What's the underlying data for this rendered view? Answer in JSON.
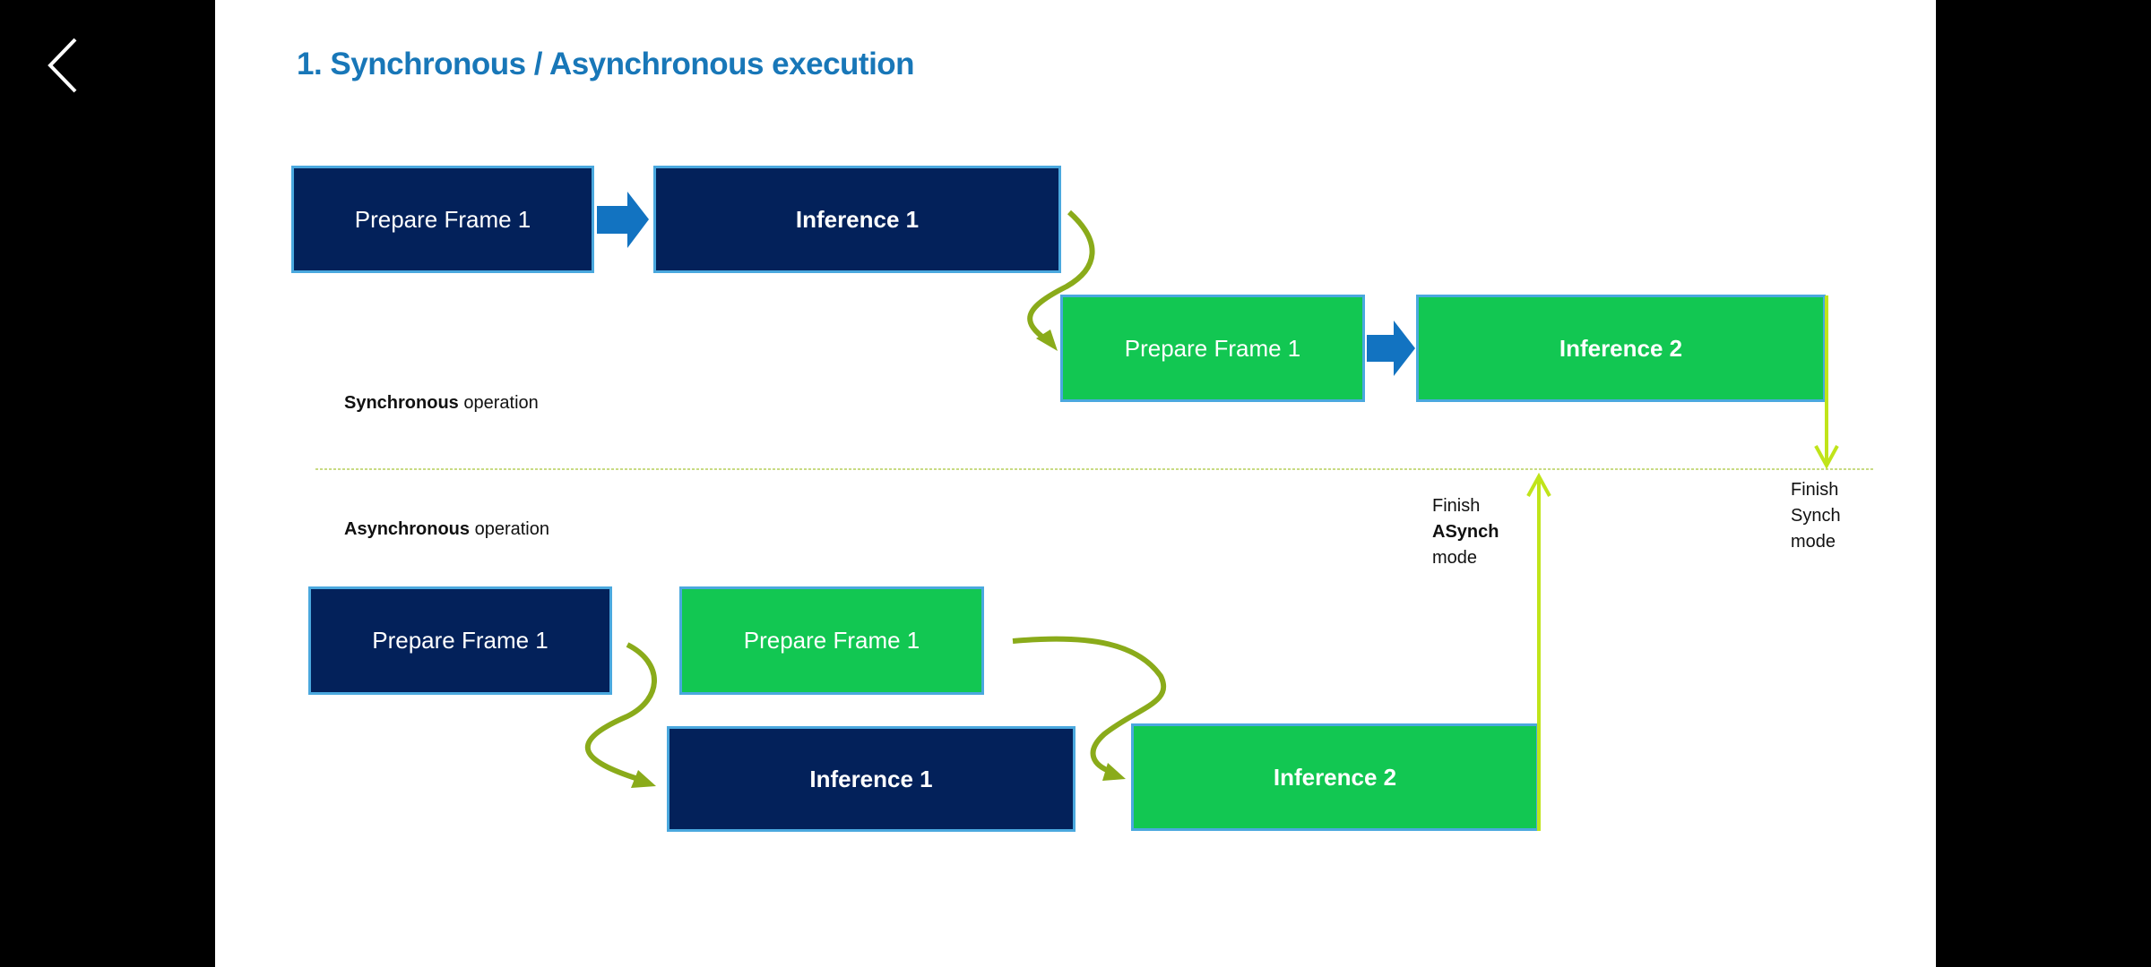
{
  "nav": {
    "back_icon": "chevron-left-icon"
  },
  "slide": {
    "title": "1. Synchronous / Asynchronous execution",
    "sync": {
      "label_bold": "Synchronous",
      "label_rest": " operation",
      "boxes": [
        "Prepare Frame 1",
        "Inference 1",
        "Prepare Frame 1",
        "Inference 2"
      ],
      "finish": [
        "Finish",
        "Synch",
        "mode"
      ]
    },
    "async": {
      "label_bold": "Asynchronous",
      "label_rest": " operation",
      "boxes": [
        "Prepare Frame 1",
        "Prepare Frame 1",
        "Inference 1",
        "Inference 2"
      ],
      "finish": [
        "Finish",
        "ASynch",
        "mode"
      ]
    }
  },
  "colors": {
    "title": "#1877b8",
    "frame_box_navy": "#03215a",
    "frame_box_green": "#12c752",
    "box_border": "#4aa8de",
    "flow_arrow": "#1273c1",
    "curved_arrow": "#8aab1a",
    "finish_arrow": "#c0e41a"
  }
}
